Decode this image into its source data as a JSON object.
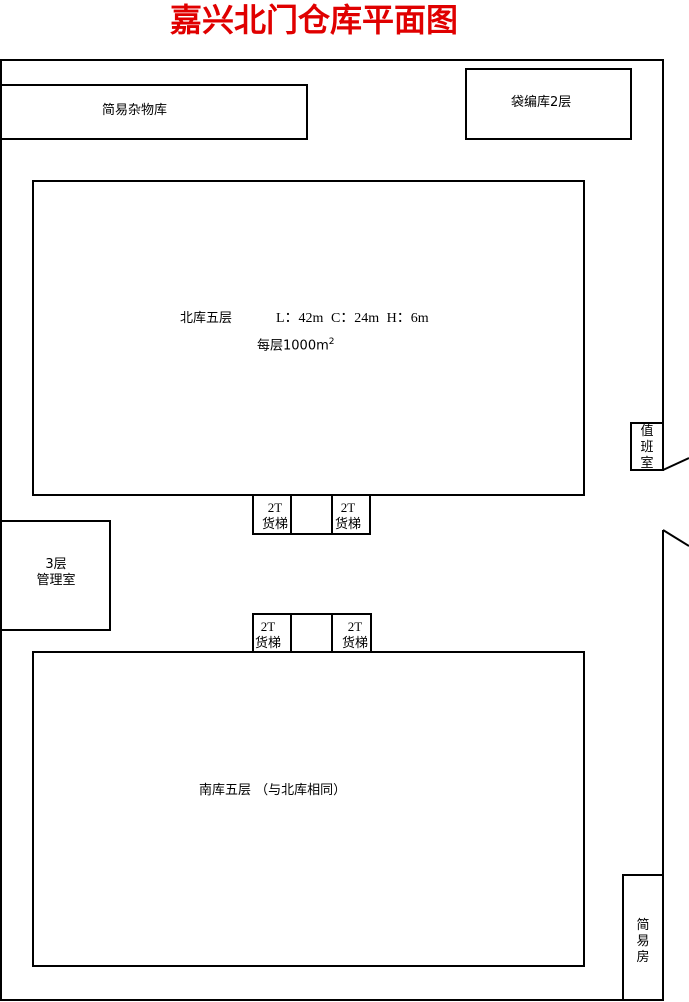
{
  "title": "嘉兴北门仓库平面图",
  "title_color": "#e00000",
  "rooms": {
    "storage_misc": "简易杂物库",
    "bag_storage": "袋编库2层",
    "north_name": "北库五层",
    "north_dims": "L：42m C：24m H：6m",
    "north_area": "每层1000m",
    "north_area_sup": "2",
    "elevator_capacity": "2T",
    "elevator_label": "货梯",
    "mgmt_floors": "3层",
    "mgmt_name": "管理室",
    "duty_room": [
      "值",
      "班",
      "室"
    ],
    "south_name": "南库五层 （与北库相同）",
    "simple_house": [
      "简",
      "易",
      "房"
    ]
  }
}
